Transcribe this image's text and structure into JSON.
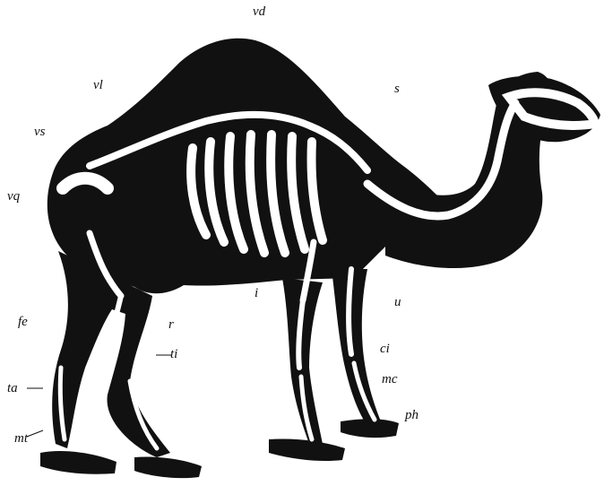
{
  "labels": {
    "vd": "vd",
    "vl": "vl",
    "vs": "vs",
    "vq": "vq",
    "fe": "fe",
    "ta": "ta",
    "mt": "mt",
    "ti": "ti",
    "r": "r",
    "i": "i",
    "u": "u",
    "ci": "ci",
    "mc": "mc",
    "ph": "ph",
    "s": "s"
  },
  "colors": {
    "ink": "#111111",
    "bone": "#ffffff",
    "paper": "#ffffff"
  }
}
